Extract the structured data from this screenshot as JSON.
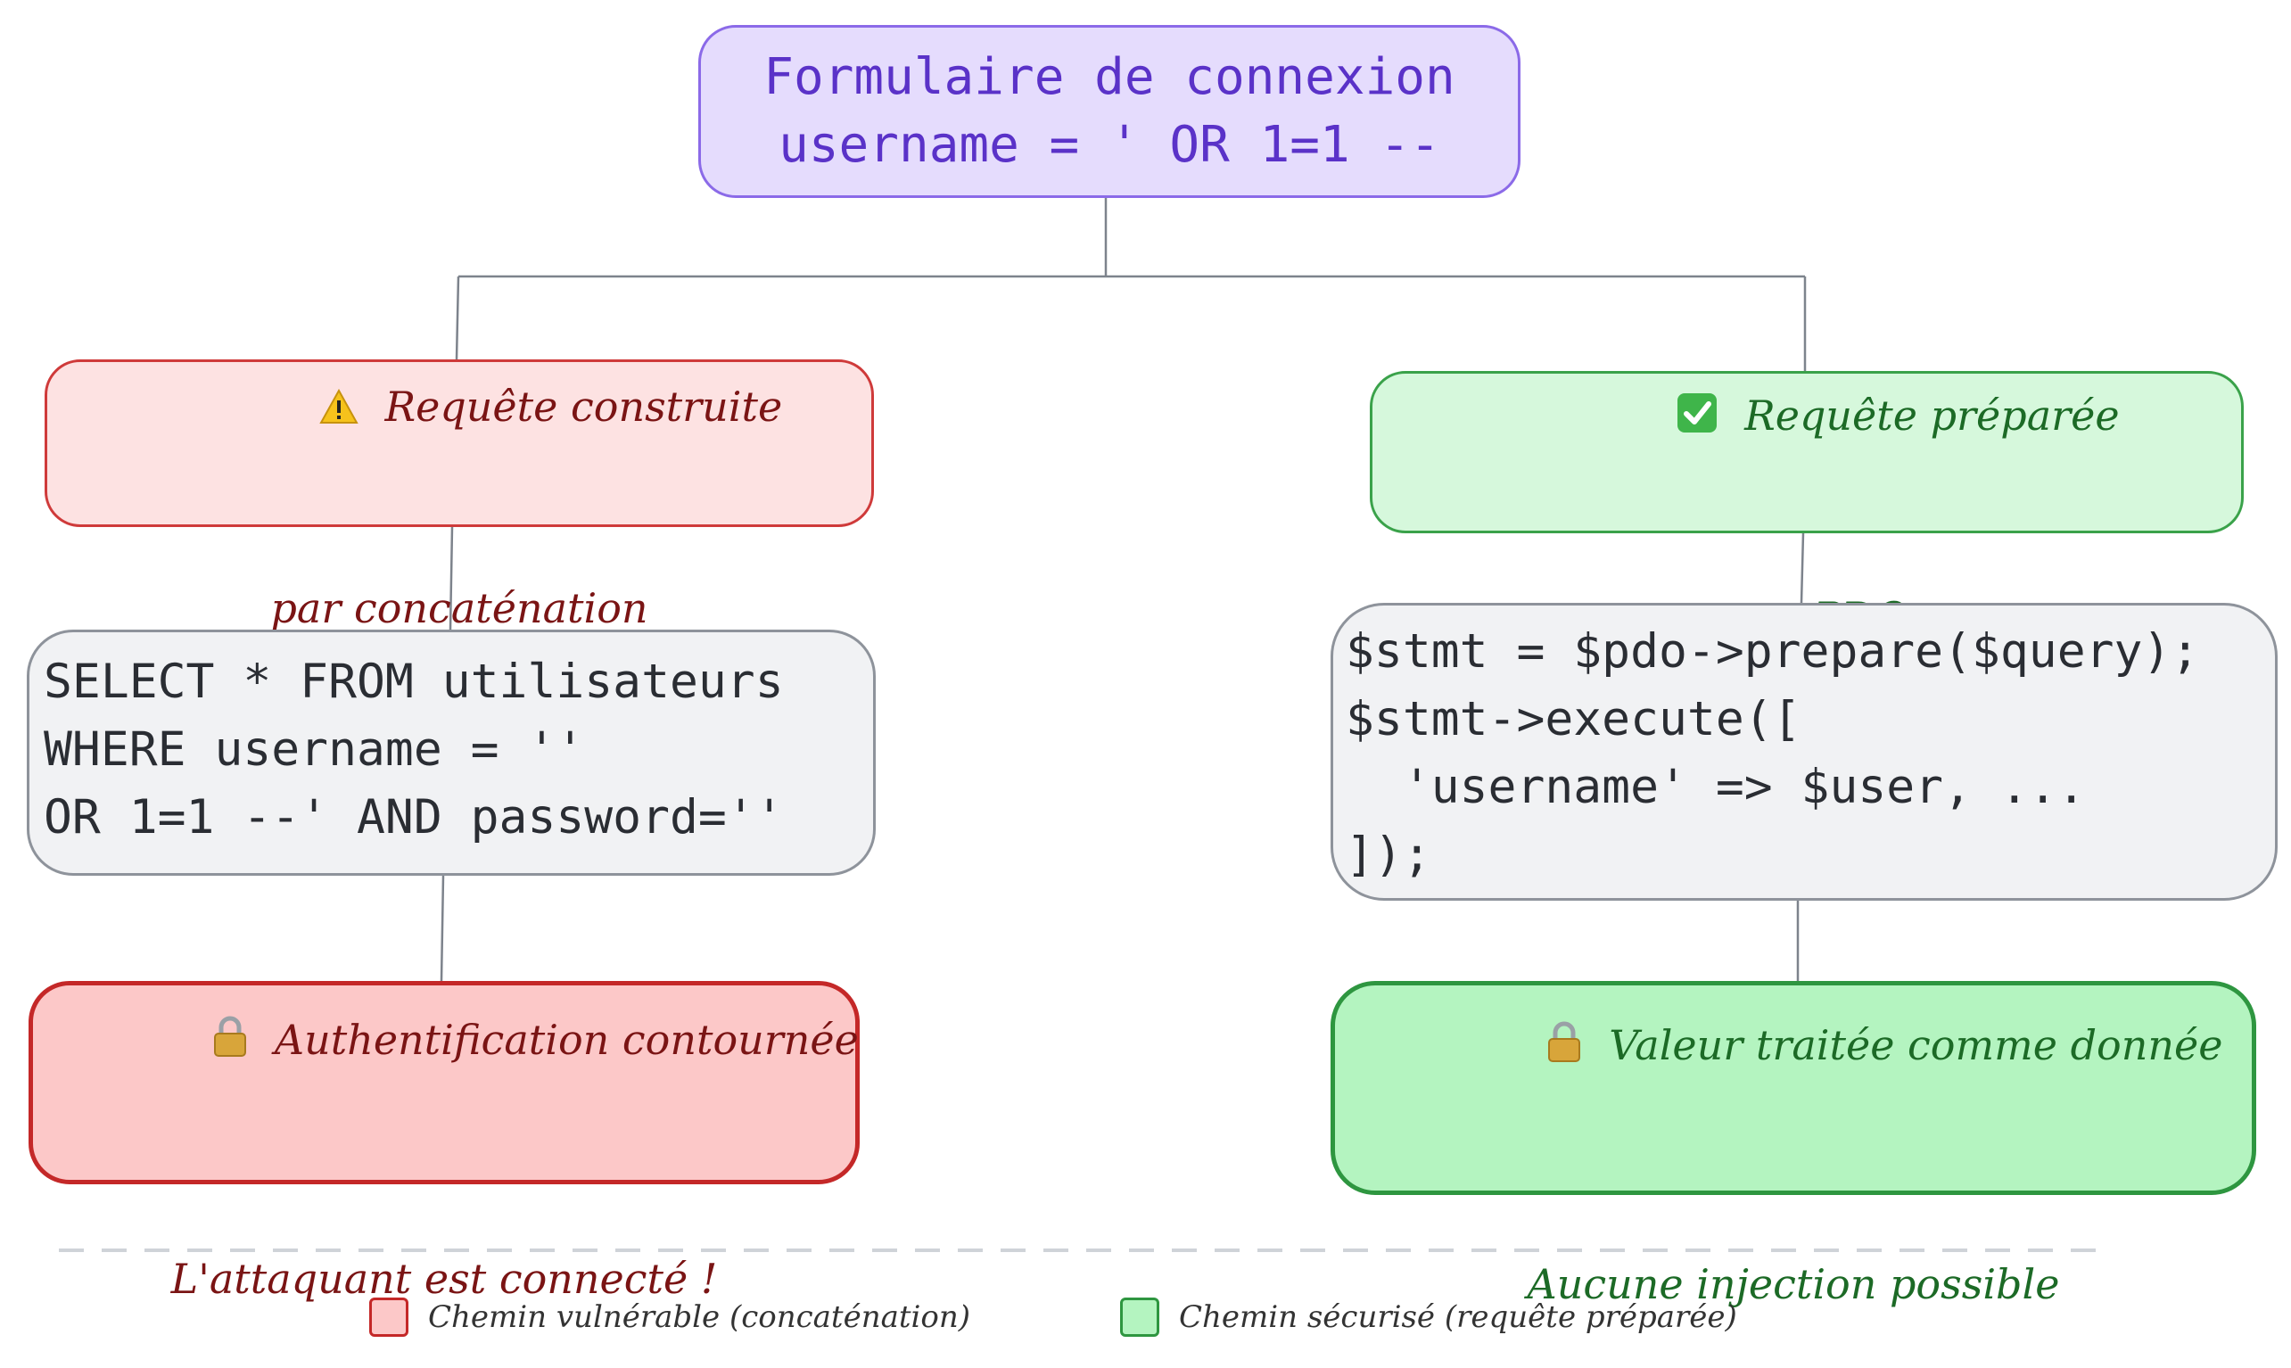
{
  "nodes": {
    "form": {
      "lines": [
        "Formulaire de connexion",
        "username = ' OR 1=1 --"
      ]
    },
    "concat": {
      "lines": [
        "Requête construite",
        "par concaténation"
      ],
      "icon": "warning-icon"
    },
    "prepared": {
      "lines": [
        "Requête préparée",
        "avec PDO"
      ],
      "icon": "check-icon"
    },
    "sql": {
      "lines": [
        "SELECT * FROM utilisateurs",
        "WHERE username = ''",
        "OR 1=1 --' AND password=''"
      ]
    },
    "pdo": {
      "lines": [
        "$stmt = $pdo->prepare($query);",
        "$stmt->execute([",
        "  'username' => $user, ...",
        "]);"
      ]
    },
    "bypass": {
      "lines": [
        "Authentification contournée",
        "L'attaquant est connecté !"
      ],
      "icon": "lock-icon"
    },
    "safe": {
      "lines": [
        "Valeur traitée comme donnée",
        "Aucune injection possible"
      ],
      "icon": "lock-icon"
    }
  },
  "legend": {
    "vulnerable": "Chemin vulnérable (concaténation)",
    "secure": "Chemin sécurisé (requête préparée)"
  },
  "colors": {
    "form_fill": "#e5dcfd",
    "vulnerable_fill": "#fde2e2",
    "vulnerable_strong": "#fcc8c8",
    "secure_fill": "#d6f8dc",
    "secure_strong": "#b4f4c0",
    "code_fill": "#f1f2f4"
  }
}
